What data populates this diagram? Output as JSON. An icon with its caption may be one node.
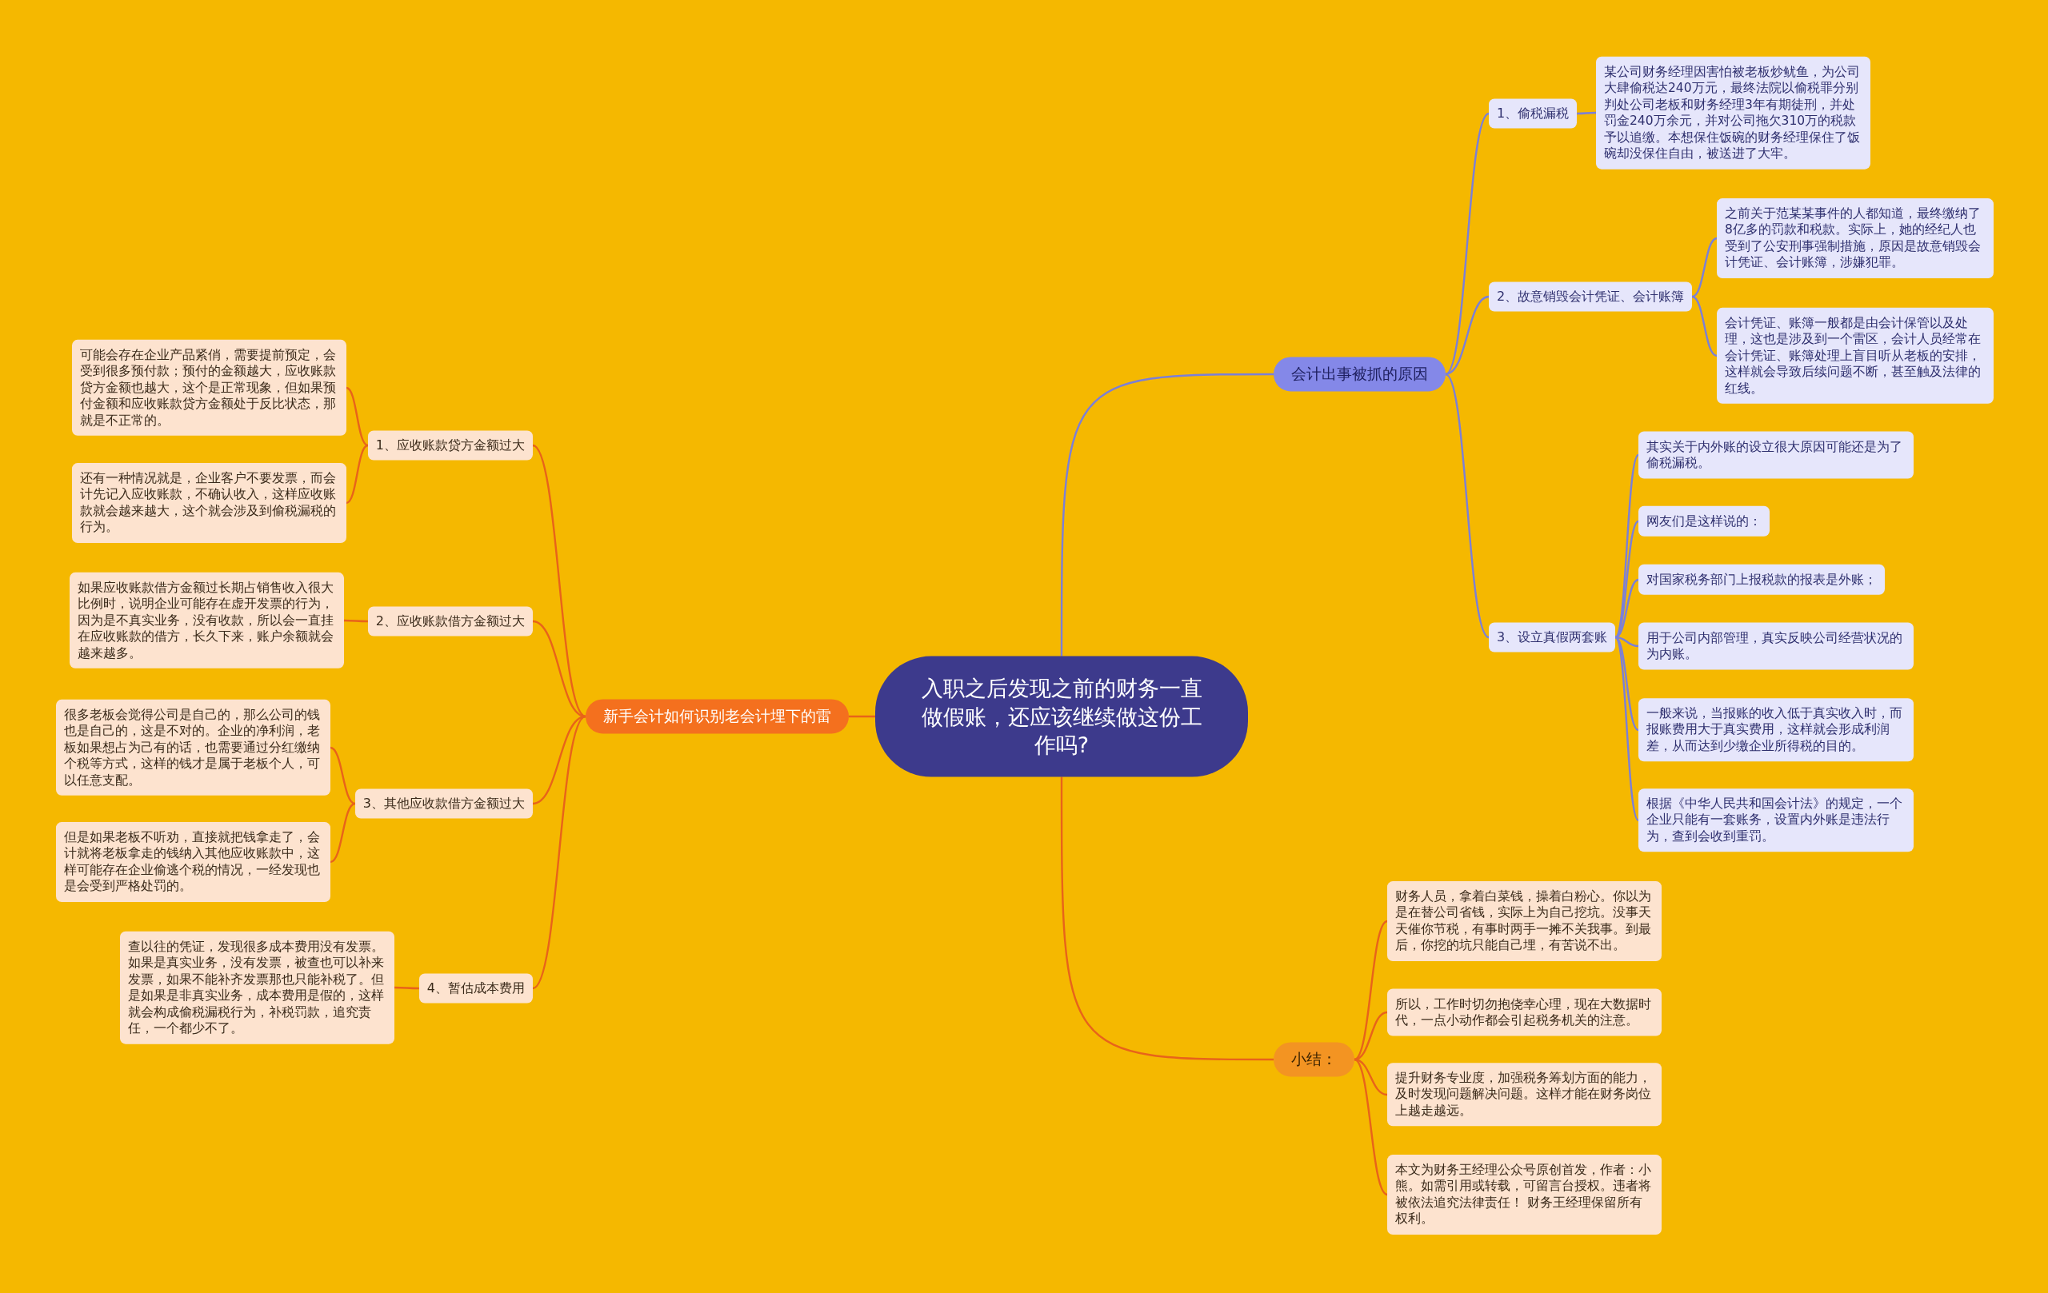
{
  "diagram": {
    "nodes": [
      {
        "text": [
          "入职之后发现之前的财务一直做假账，还应该继续做这份工作吗?"
        ]
      },
      {
        "text": [
          "会计出事被抓的原因"
        ]
      },
      {
        "text": [
          "1、偷税漏税"
        ]
      },
      {
        "text": [
          "某公司财务经理因害怕被老板炒鱿鱼，为公司大肆偷税达240万元，最终法院以偷税罪分别判处公司老板和财务经理3年有期徒刑，并处罚金240万余元，并对公司拖欠310万的税款予以追缴。本想保住饭碗的财务经理保住了饭碗却没保住自由，被送进了大牢。"
        ]
      },
      {
        "text": [
          "2、故意销毁会计凭证、会计账簿"
        ]
      },
      {
        "text": [
          "之前关于范某某事件的人都知道，最终缴纳了8亿多的罚款和税款。实际上，她的经纪人也受到了公安刑事强制措施，原因是故意销毁会计凭证、会计账簿，涉嫌犯罪。"
        ]
      },
      {
        "text": [
          "会计凭证、账簿一般都是由会计保管以及处理，这也是涉及到一个雷区，会计人员经常在会计凭证、账簿处理上盲目听从老板的安排，这样就会导致后续问题不断，甚至触及法律的红线。"
        ]
      },
      {
        "text": [
          "3、设立真假两套账"
        ]
      },
      {
        "text": [
          "其实关于内外账的设立很大原因可能还是为了偷税漏税。"
        ]
      },
      {
        "text": [
          "网友们是这样说的："
        ]
      },
      {
        "text": [
          "对国家税务部门上报税款的报表是外账；"
        ]
      },
      {
        "text": [
          "用于公司内部管理，真实反映公司经营状况的为内账。"
        ]
      },
      {
        "text": [
          "一般来说，当报账的收入低于真实收入时，而报账费用大于真实费用，这样就会形成利润差，从而达到少缴企业所得税的目的。"
        ]
      },
      {
        "text": [
          "根据《中华人民共和国会计法》的规定，一个企业只能有一套账务，设置内外账是违法行为，查到会收到重罚。"
        ]
      },
      {
        "text": [
          "小结："
        ]
      },
      {
        "text": [
          "财务人员，拿着白菜钱，操着白粉心。你以为是在替公司省钱，实际上为自己挖坑。没事天天催你节税，有事时两手一摊不关我事。到最后，你挖的坑只能自己埋，有苦说不出。"
        ]
      },
      {
        "text": [
          "所以，工作时切勿抱侥幸心理，现在大数据时代，一点小动作都会引起税务机关的注意。"
        ]
      },
      {
        "text": [
          "提升财务专业度，加强税务筹划方面的能力，及时发现问题解决问题。这样才能在财务岗位上越走越远。"
        ]
      },
      {
        "text": [
          "本文为财务王经理公众号原创首发，作者：小熊。如需引用或转载，可留言台授权。违者将被依法追究法律责任！ 财务王经理保留所有权利。"
        ]
      },
      {
        "text": [
          "新手会计如何识别老会计埋下的雷"
        ]
      },
      {
        "text": [
          "1、应收账款贷方金额过大"
        ]
      },
      {
        "text": [
          "可能会存在企业产品紧俏，需要提前预定，会受到很多预付款；预付的金额越大，应收账款贷方金额也越大，这个是正常现象，但如果预付金额和应收账款贷方金额处于反比状态，那就是不正常的。"
        ]
      },
      {
        "text": [
          "还有一种情况就是，企业客户不要发票，而会计先记入应收账款，不确认收入，这样应收账款就会越来越大，这个就会涉及到偷税漏税的行为。"
        ]
      },
      {
        "text": [
          "2、应收账款借方金额过大"
        ]
      },
      {
        "text": [
          "如果应收账款借方金额过长期占销售收入很大比例时，说明企业可能存在虚开发票的行为，因为是不真实业务，没有收款，所以会一直挂在应收账款的借方，长久下来，账户余额就会越来越多。"
        ]
      },
      {
        "text": [
          "3、其他应收款借方金额过大"
        ]
      },
      {
        "text": [
          "很多老板会觉得公司是自己的，那么公司的钱也是自己的，这是不对的。企业的净利润，老板如果想占为己有的话，也需要通过分红缴纳个税等方式，这样的钱才是属于老板个人，可以任意支配。"
        ]
      },
      {
        "text": [
          "但是如果老板不听劝，直接就把钱拿走了，会计就将老板拿走的钱纳入其他应收账款中，这样可能存在企业偷逃个税的情况，一经发现也是会受到严格处罚的。"
        ]
      },
      {
        "text": [
          "4、暂估成本费用"
        ]
      },
      {
        "text": [
          "查以往的凭证，发现很多成本费用没有发票。如果是真实业务，没有发票，被查也可以补来发票，如果不能补齐发票那也只能补税了。但是如果是非真实业务，成本费用是假的，这样就会构成偷税漏税行为，补税罚款，追究责任，一个都少不了。"
        ]
      }
    ],
    "edges": [
      {
        "from": 0,
        "to": 1,
        "arrow": "none",
        "color": "#7b7fd8"
      },
      {
        "from": 0,
        "to": 14,
        "arrow": "none"
      },
      {
        "from": 0,
        "to": 19,
        "arrow": "none"
      },
      {
        "from": 1,
        "to": 2,
        "arrow": "none",
        "color": "#7b7fd8"
      },
      {
        "from": 1,
        "to": 4,
        "arrow": "none",
        "color": "#7b7fd8"
      },
      {
        "from": 1,
        "to": 7,
        "arrow": "none",
        "color": "#7b7fd8"
      },
      {
        "from": 2,
        "to": 3,
        "arrow": "none",
        "color": "#7b7fd8"
      },
      {
        "from": 4,
        "to": 5,
        "arrow": "none",
        "color": "#7b7fd8"
      },
      {
        "from": 4,
        "to": 6,
        "arrow": "none",
        "color": "#7b7fd8"
      },
      {
        "from": 7,
        "to": 8,
        "arrow": "none",
        "color": "#7b7fd8"
      },
      {
        "from": 7,
        "to": 9,
        "arrow": "none",
        "color": "#7b7fd8"
      },
      {
        "from": 7,
        "to": 10,
        "arrow": "none",
        "color": "#7b7fd8"
      },
      {
        "from": 7,
        "to": 11,
        "arrow": "none",
        "color": "#7b7fd8"
      },
      {
        "from": 7,
        "to": 12,
        "arrow": "none",
        "color": "#7b7fd8"
      },
      {
        "from": 7,
        "to": 13,
        "arrow": "none",
        "color": "#7b7fd8"
      },
      {
        "from": 14,
        "to": 15,
        "arrow": "none"
      },
      {
        "from": 14,
        "to": 16,
        "arrow": "none"
      },
      {
        "from": 14,
        "to": 17,
        "arrow": "none"
      },
      {
        "from": 14,
        "to": 18,
        "arrow": "none"
      },
      {
        "from": 19,
        "to": 20,
        "arrow": "none"
      },
      {
        "from": 19,
        "to": 23,
        "arrow": "none"
      },
      {
        "from": 19,
        "to": 25,
        "arrow": "none"
      },
      {
        "from": 19,
        "to": 28,
        "arrow": "none"
      },
      {
        "from": 20,
        "to": 21,
        "arrow": "none"
      },
      {
        "from": 20,
        "to": 22,
        "arrow": "none"
      },
      {
        "from": 23,
        "to": 24,
        "arrow": "none"
      },
      {
        "from": 25,
        "to": 26,
        "arrow": "none"
      },
      {
        "from": 25,
        "to": 27,
        "arrow": "none"
      },
      {
        "from": 28,
        "to": 29,
        "arrow": "none"
      }
    ]
  }
}
